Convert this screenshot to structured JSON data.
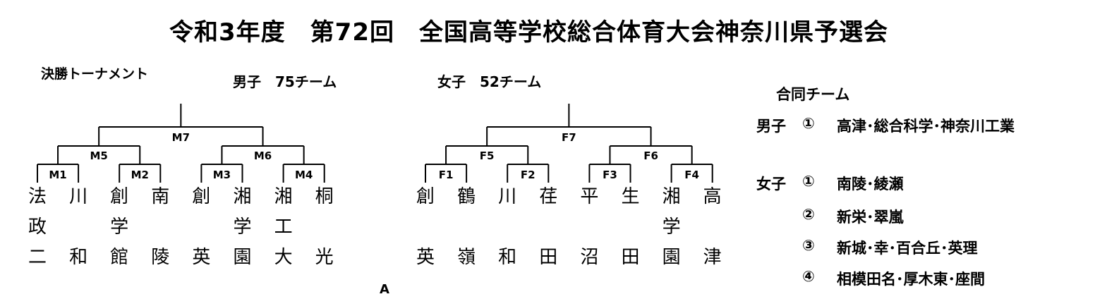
{
  "title": "令和3年度　第72回　全国高等学校総合体育大会神奈川県予選会",
  "section_label": "決勝トーナメント",
  "boys": {
    "header": "男子　75チーム",
    "matches": [
      "M1",
      "M2",
      "M3",
      "M4",
      "M5",
      "M6",
      "M7"
    ],
    "teams": [
      [
        "法",
        "政",
        "二"
      ],
      [
        "川",
        "",
        "和"
      ],
      [
        "創",
        "学",
        "館"
      ],
      [
        "南",
        "",
        "陵"
      ],
      [
        "創",
        "",
        "英"
      ],
      [
        "湘",
        "学",
        "園"
      ],
      [
        "湘",
        "工",
        "大"
      ],
      [
        "桐",
        "",
        "光"
      ]
    ]
  },
  "girls": {
    "header": "女子　52チーム",
    "matches": [
      "F1",
      "F2",
      "F3",
      "F4",
      "F5",
      "F6",
      "F7"
    ],
    "teams": [
      [
        "創",
        "",
        "英"
      ],
      [
        "鶴",
        "",
        "嶺"
      ],
      [
        "川",
        "",
        "和"
      ],
      [
        "荏",
        "",
        "田"
      ],
      [
        "平",
        "",
        "沼"
      ],
      [
        "生",
        "",
        "田"
      ],
      [
        "湘",
        "学",
        "園"
      ],
      [
        "高",
        "",
        "津"
      ]
    ]
  },
  "joint": {
    "heading": "合同チーム",
    "boys_label": "男子",
    "girls_label": "女子",
    "boys": [
      {
        "num": "①",
        "teams": "高津･総合科学･神奈川工業"
      }
    ],
    "girls": [
      {
        "num": "①",
        "teams": "南陵･綾瀬"
      },
      {
        "num": "②",
        "teams": "新栄･翠嵐"
      },
      {
        "num": "③",
        "teams": "新城･幸･百合丘･英理"
      },
      {
        "num": "④",
        "teams": "相模田名･厚木東･座間"
      }
    ]
  },
  "footer_mark": "A"
}
